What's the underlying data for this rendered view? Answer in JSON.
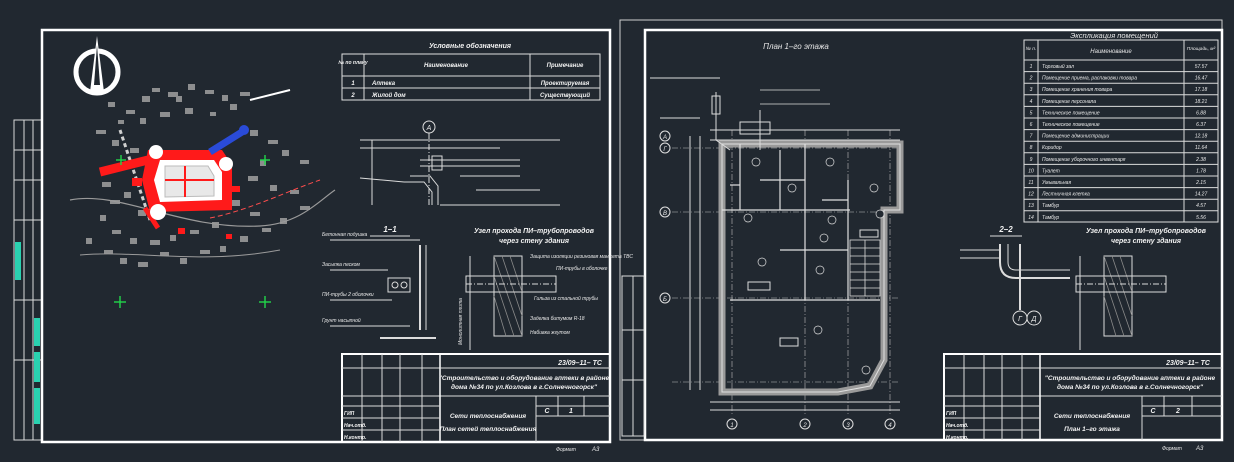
{
  "sheet1": {
    "conventions_title": "Условные обозначения",
    "conventions_headers": [
      "№ по плану",
      "Наименование",
      "Примечание"
    ],
    "conventions_rows": [
      {
        "num": "1",
        "name": "Аптека",
        "note": "Проектируемая"
      },
      {
        "num": "2",
        "name": "Жилой дом",
        "note": "Существующий"
      }
    ],
    "section_label": "1–1",
    "callouts": [
      "Бетонная подушка",
      "Засыпка песком",
      "ПИ-трубы 2 оболочки",
      "Грунт насыпной"
    ],
    "node_title_line1": "Узел прохода ПИ–трубопроводов",
    "node_title_line2": "через стену здания",
    "node_labels": [
      "Защита изоляции резиновая манжета ТВС",
      "ПИ-трубы в оболочке",
      "Гильза из стальной трубы",
      "Заделка битумом R-18",
      "Набивка жгутом"
    ],
    "node_left_label": "Монолитная плита",
    "drawing_code": "23/09–11– ТС",
    "project_title_line1": "\"Строительство и оборудование аптеки в районе",
    "project_title_line2": "дома №34 по ул.Козлова в г.Солнечногорск\"",
    "stage_code": "С",
    "sheet_number": "1",
    "sheet_title_line1": "Сети теплоснабжения",
    "sheet_title_line2": "План сетей теплоснабжения",
    "format_label": "Формат",
    "format": "А3"
  },
  "sheet2": {
    "plan_title": "План 1–го этажа",
    "section_label": "2–2",
    "node_title_line1": "Узел прохода ПИ–трубопроводов",
    "node_title_line2": "через стену здания",
    "explication_title": "Экспликация помещений",
    "explication_headers": [
      "№ п.",
      "Наименование",
      "Площадь, м²"
    ],
    "explication_rows": [
      {
        "num": "1",
        "name": "Торговый зал",
        "area": "57.57"
      },
      {
        "num": "2",
        "name": "Помещение приема, распаковки товара",
        "area": "16.47"
      },
      {
        "num": "3",
        "name": "Помещение хранения товара",
        "area": "17.18"
      },
      {
        "num": "4",
        "name": "Помещение персонала",
        "area": "18.21"
      },
      {
        "num": "5",
        "name": "Техническое помещение",
        "area": "6.88"
      },
      {
        "num": "6",
        "name": "Техническое помещение",
        "area": "6.37"
      },
      {
        "num": "7",
        "name": "Помещение администрации",
        "area": "12.18"
      },
      {
        "num": "8",
        "name": "Коридор",
        "area": "11.64"
      },
      {
        "num": "9",
        "name": "Помещение уборочного инвентаря",
        "area": "2.38"
      },
      {
        "num": "10",
        "name": "Туалет",
        "area": "1.78"
      },
      {
        "num": "11",
        "name": "Умывальная",
        "area": "2.15"
      },
      {
        "num": "12",
        "name": "Лестничная клетка",
        "area": "14.27"
      },
      {
        "num": "13",
        "name": "Тамбур",
        "area": "4.57"
      },
      {
        "num": "14",
        "name": "Тамбур",
        "area": "5.56"
      }
    ],
    "axes_letters": [
      "А",
      "Г",
      "В",
      "Б"
    ],
    "axes_numbers": [
      "1",
      "2",
      "3",
      "4"
    ],
    "drawing_code": "23/09–11– ТС",
    "project_title_line1": "\"Строительство и оборудование аптеки в районе",
    "project_title_line2": "дома №34 по ул.Козлова в г.Солнечногорск\"",
    "stage_code": "С",
    "sheet_number": "2",
    "sheet_title_line1": "Сети теплоснабжения",
    "sheet_title_line2": "План 1–го этажа",
    "format_label": "Формат",
    "format": "А3"
  },
  "stamp_roles": [
    "ГИП",
    "Нач.отд.",
    "Н.контр."
  ],
  "colors": {
    "background": "#212830",
    "frame": "#ffffff",
    "heat_network": "#ff1a1a",
    "pipe_blue": "#2a4bd8",
    "grid_marker": "#22d64a",
    "left_strip": "#2ad1b0",
    "wall_hatch": "#8a8a8a"
  }
}
